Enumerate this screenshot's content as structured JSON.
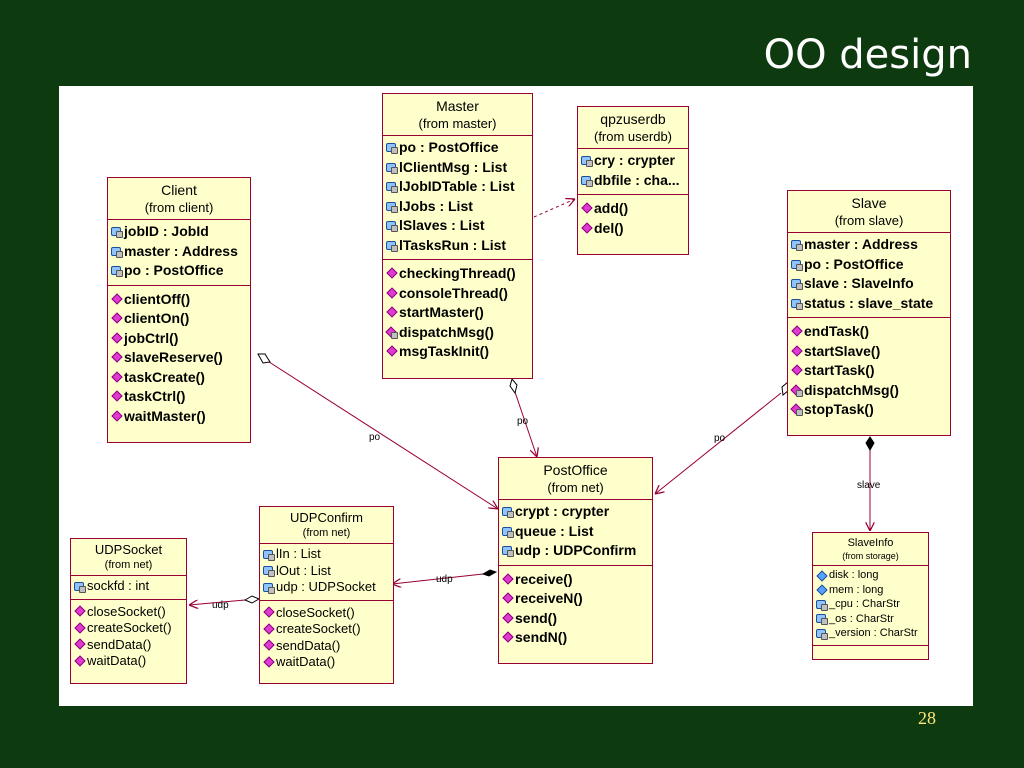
{
  "slide": {
    "title": "OO design",
    "page_number": "28"
  },
  "classes": {
    "master": {
      "name": "Master",
      "package": "(from master)",
      "attributes": [
        "po : PostOffice",
        "lClientMsg : List",
        "lJobIDTable : List",
        "lJobs : List",
        "lSlaves : List",
        "lTasksRun : List"
      ],
      "operations": [
        "checkingThread()",
        "consoleThread()",
        "startMaster()",
        "dispatchMsg()",
        "msgTaskInit()"
      ]
    },
    "qpzuserdb": {
      "name": "qpzuserdb",
      "package": "(from userdb)",
      "attributes": [
        "cry : crypter",
        "dbfile : cha..."
      ],
      "operations": [
        "add()",
        "del()"
      ]
    },
    "client": {
      "name": "Client",
      "package": "(from client)",
      "attributes": [
        "jobID : JobId",
        "master : Address",
        "po : PostOffice"
      ],
      "operations": [
        "clientOff()",
        "clientOn()",
        "jobCtrl()",
        "slaveReserve()",
        "taskCreate()",
        "taskCtrl()",
        "waitMaster()"
      ]
    },
    "slave": {
      "name": "Slave",
      "package": "(from slave)",
      "attributes": [
        "master : Address",
        "po : PostOffice",
        "slave : SlaveInfo",
        "status : slave_state"
      ],
      "operations": [
        "endTask()",
        "startSlave()",
        "startTask()",
        "dispatchMsg()",
        "stopTask()"
      ]
    },
    "postoffice": {
      "name": "PostOffice",
      "package": "(from net)",
      "attributes": [
        "crypt : crypter",
        "queue : List",
        "udp : UDPConfirm"
      ],
      "operations": [
        "receive()",
        "receiveN()",
        "send()",
        "sendN()"
      ]
    },
    "udpconfirm": {
      "name": "UDPConfirm",
      "package": "(from net)",
      "attributes": [
        "lIn : List",
        "lOut : List",
        "udp : UDPSocket"
      ],
      "operations": [
        "closeSocket()",
        "createSocket()",
        "sendData()",
        "waitData()"
      ]
    },
    "udpsocket": {
      "name": "UDPSocket",
      "package": "(from net)",
      "attributes": [
        "sockfd : int"
      ],
      "operations": [
        "closeSocket()",
        "createSocket()",
        "sendData()",
        "waitData()"
      ]
    },
    "slaveinfo": {
      "name": "SlaveInfo",
      "package": "(from storage)",
      "attributes": [
        "disk : long",
        "mem : long",
        "_cpu : CharStr",
        "_os : CharStr",
        "_version : CharStr"
      ],
      "operations": []
    }
  },
  "links": {
    "client_po": "po",
    "master_po": "po",
    "slave_po": "po",
    "slave_slaveinfo": "slave",
    "postoffice_udpconfirm": "udp",
    "udpconfirm_udpsocket": "udp"
  },
  "icons": {
    "master": {
      "attributes": [
        "attr-lock",
        "attr-lock",
        "attr-lock",
        "attr-lock",
        "attr-lock",
        "attr-lock"
      ],
      "operations": [
        "op",
        "op",
        "op",
        "op-lock",
        "op"
      ]
    },
    "qpzuserdb": {
      "attributes": [
        "attr-lock",
        "attr-lock"
      ],
      "operations": [
        "op",
        "op"
      ]
    },
    "client": {
      "attributes": [
        "attr-lock",
        "attr-lock",
        "attr-lock"
      ],
      "operations": [
        "op",
        "op",
        "op",
        "op",
        "op",
        "op",
        "op"
      ]
    },
    "slave": {
      "attributes": [
        "attr-lock",
        "attr-lock",
        "attr-lock",
        "attr-lock"
      ],
      "operations": [
        "op",
        "op",
        "op",
        "op-lock",
        "op-lock"
      ]
    },
    "postoffice": {
      "attributes": [
        "attr-lock",
        "attr-lock",
        "attr-lock"
      ],
      "operations": [
        "op",
        "op",
        "op",
        "op"
      ]
    },
    "udpconfirm": {
      "attributes": [
        "attr-lock",
        "attr-lock",
        "attr-lock"
      ],
      "operations": [
        "op",
        "op",
        "op",
        "op"
      ]
    },
    "udpsocket": {
      "attributes": [
        "attr-lock"
      ],
      "operations": [
        "op",
        "op",
        "op",
        "op"
      ]
    },
    "slaveinfo": {
      "attributes": [
        "attr-plain",
        "attr-plain",
        "attr-lock",
        "attr-lock",
        "attr-lock"
      ],
      "operations": []
    }
  },
  "colors": {
    "background": "#0e3a0f",
    "box_fill": "#ffffcc",
    "box_border": "#990033",
    "title_text": "#ffffff",
    "page_number": "#ffe87a",
    "connector": "#990033"
  }
}
